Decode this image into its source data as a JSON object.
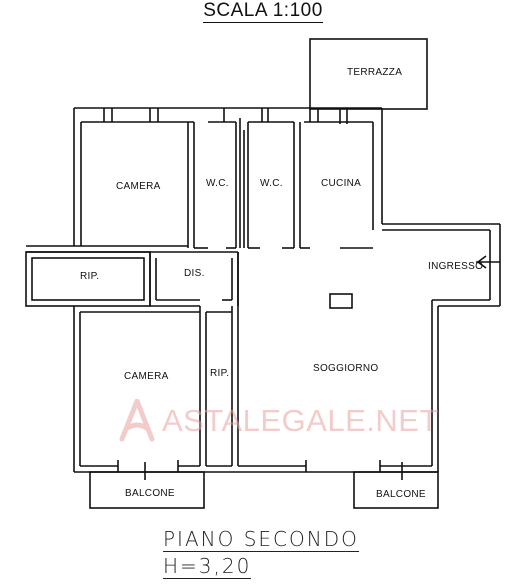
{
  "scale": "SCALA 1:100",
  "rooms": {
    "terrazza": "TERRAZZA",
    "camera_top": "CAMERA",
    "wc_1": "W.C.",
    "wc_2": "W.C.",
    "cucina": "CUCINA",
    "ingresso": "INGRESSO",
    "rip_left": "RIP.",
    "dis": "DIS.",
    "camera_bottom": "CAMERA",
    "rip_center": "RIP.",
    "soggiorno": "SOGGIORNO",
    "balcone_left": "BALCONE",
    "balcone_right": "BALCONE"
  },
  "footer": {
    "floor": "PIANO SECONDO",
    "height": "H=3,20"
  },
  "watermark": {
    "text": "ASTALEGALE.NET",
    "logo": "astalegale-logo-icon",
    "color": "#e8a2a2"
  }
}
